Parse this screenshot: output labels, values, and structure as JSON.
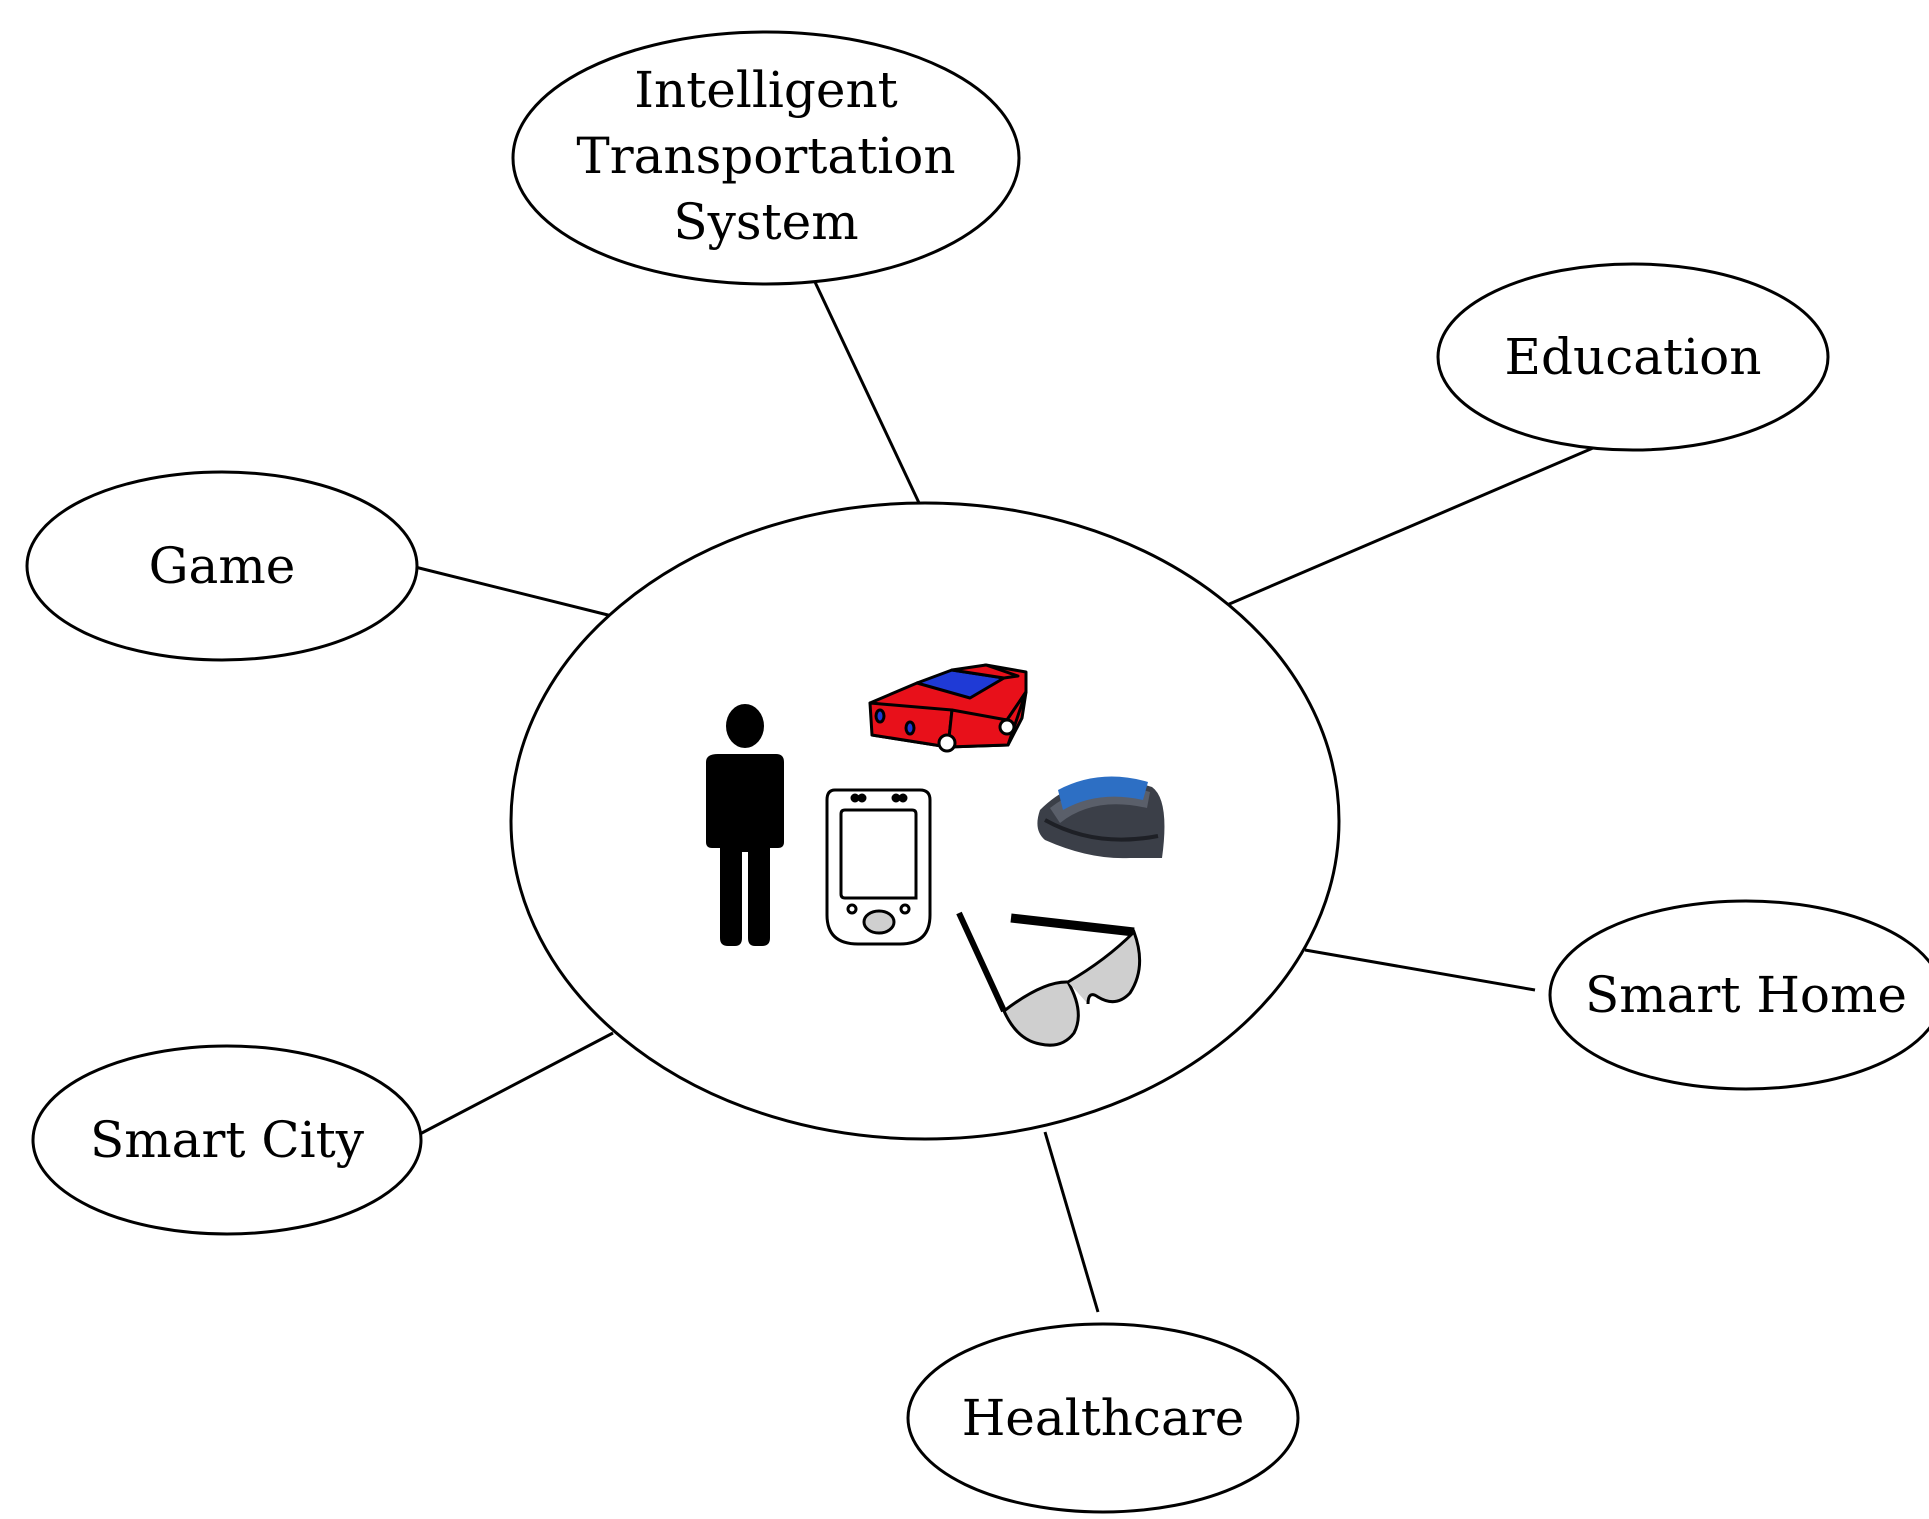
{
  "diagram": {
    "center_icons": [
      "person-icon",
      "car-icon",
      "pda-icon",
      "smartwatch-icon",
      "glasses-icon"
    ],
    "nodes": {
      "its": {
        "lines": [
          "Intelligent",
          "Transportation",
          "System"
        ]
      },
      "education": {
        "label": "Education"
      },
      "game": {
        "label": "Game"
      },
      "smart_home": {
        "label": "Smart Home"
      },
      "smart_city": {
        "label": "Smart City"
      },
      "healthcare": {
        "label": "Healthcare"
      }
    }
  },
  "colors": {
    "stroke": "#000000",
    "car_body": "#e8101a",
    "car_window": "#1f3ad6",
    "lens": "#cfcfcf",
    "watch_screen": "#2d6fc4"
  }
}
